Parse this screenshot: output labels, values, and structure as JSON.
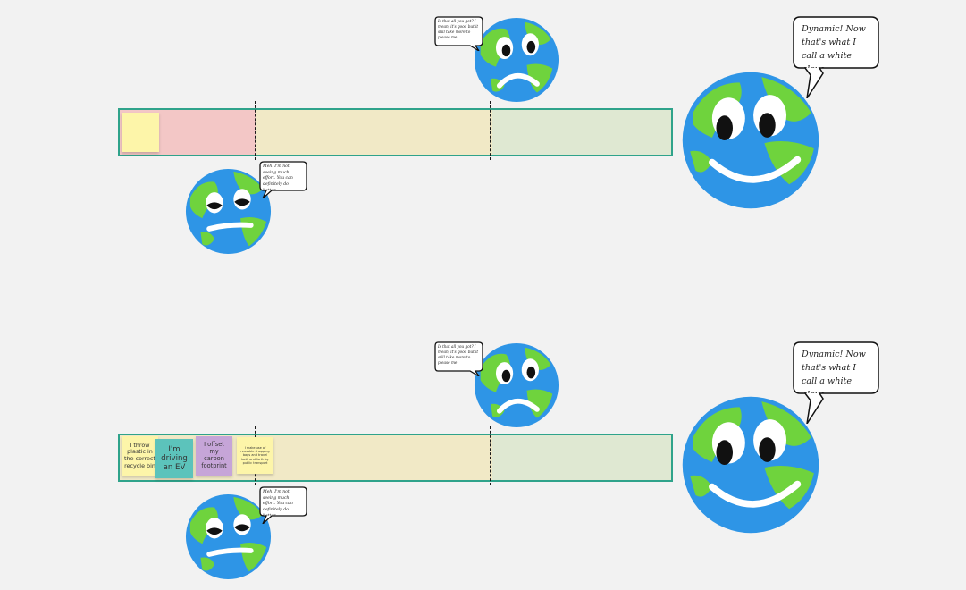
{
  "board": {
    "background": "#f2f2f2",
    "meter_border_color": "#2fa38b",
    "zone_colors": {
      "low": "#f3c7c6",
      "mid": "#f1e9c6",
      "high": "#dfe8d2"
    }
  },
  "speech": {
    "sad": "Is that all you got? I mean, it's good but it still take more to please me",
    "meh": "Meh. I'm not seeing much effort. You can definitely do better.",
    "happy": "Dynamic! Now that's what I call a white glove treatment.",
    "happy_emoji": "💖"
  },
  "earth_colors": {
    "ocean": "#2e95e6",
    "land": "#6fd33d"
  },
  "sections": [
    {
      "name": "top",
      "stickies": [
        {
          "text": "",
          "color": "#fdf5a9"
        }
      ]
    },
    {
      "name": "bottom",
      "stickies": [
        {
          "text": "I throw plastic in the correct recycle bin",
          "color": "#fdf5a9"
        },
        {
          "text": "I'm driving an EV",
          "color": "#5cc3bb"
        },
        {
          "text": "I offset my carbon footprint",
          "color": "#c6a5d8"
        },
        {
          "text": "I make use of reusable shopping bags and travel both and forth by public transport",
          "color": "#fdf5a9"
        }
      ]
    }
  ]
}
